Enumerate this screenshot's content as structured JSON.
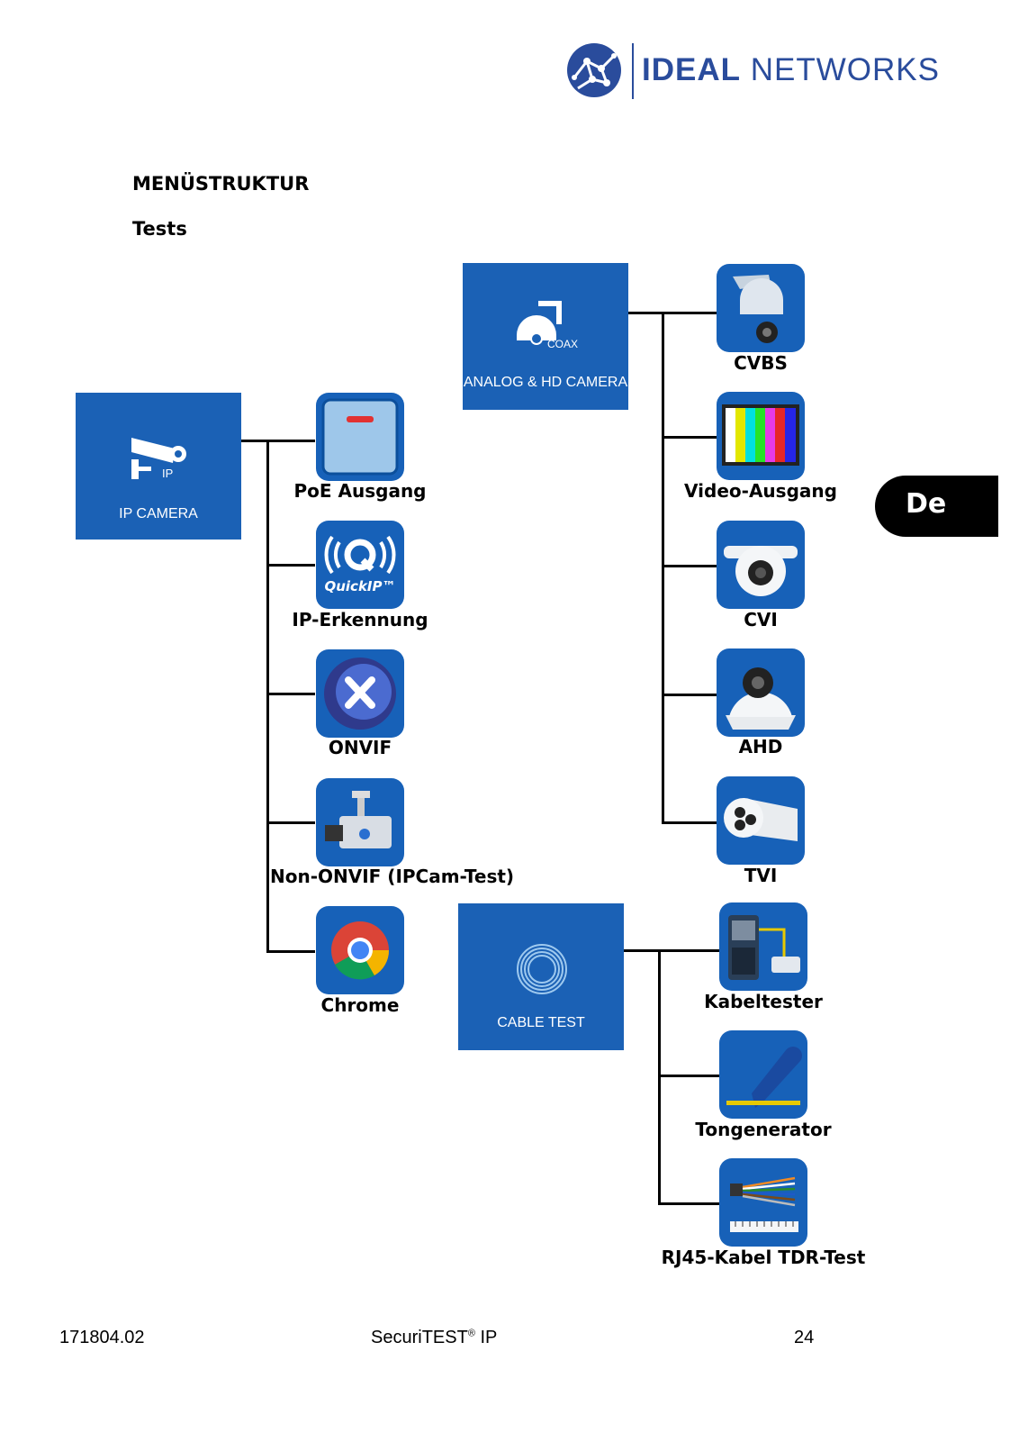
{
  "header": {
    "brand_bold": "IDEAL",
    "brand_light": " NETWORKS"
  },
  "page_title": "MENÜSTRUKTUR",
  "section_title": "Tests",
  "language_tab": "De",
  "tiles": {
    "ip_camera": {
      "label": "IP CAMERA",
      "badge": "IP"
    },
    "analog_camera": {
      "label": "ANALOG & HD CAMERA",
      "badge": "COAX"
    },
    "cable_test": {
      "label": "CABLE TEST"
    }
  },
  "ip_items": [
    {
      "label": "PoE Ausgang"
    },
    {
      "label": "IP-Erkennung",
      "icon_text": "QuickIP™"
    },
    {
      "label": "ONVIF"
    },
    {
      "label": "Non-ONVIF (IPCam-Test)"
    },
    {
      "label": "Chrome"
    }
  ],
  "analog_items": [
    {
      "label": "CVBS"
    },
    {
      "label": "Video-Ausgang"
    },
    {
      "label": "CVI"
    },
    {
      "label": "AHD"
    },
    {
      "label": "TVI"
    }
  ],
  "cable_items": [
    {
      "label": "Kabeltester"
    },
    {
      "label": "Tongenerator"
    },
    {
      "label": "RJ45-Kabel TDR-Test"
    }
  ],
  "footer": {
    "doc_number": "171804.02",
    "product": "SecuriTEST",
    "product_suffix": " IP",
    "page_number": "24"
  }
}
